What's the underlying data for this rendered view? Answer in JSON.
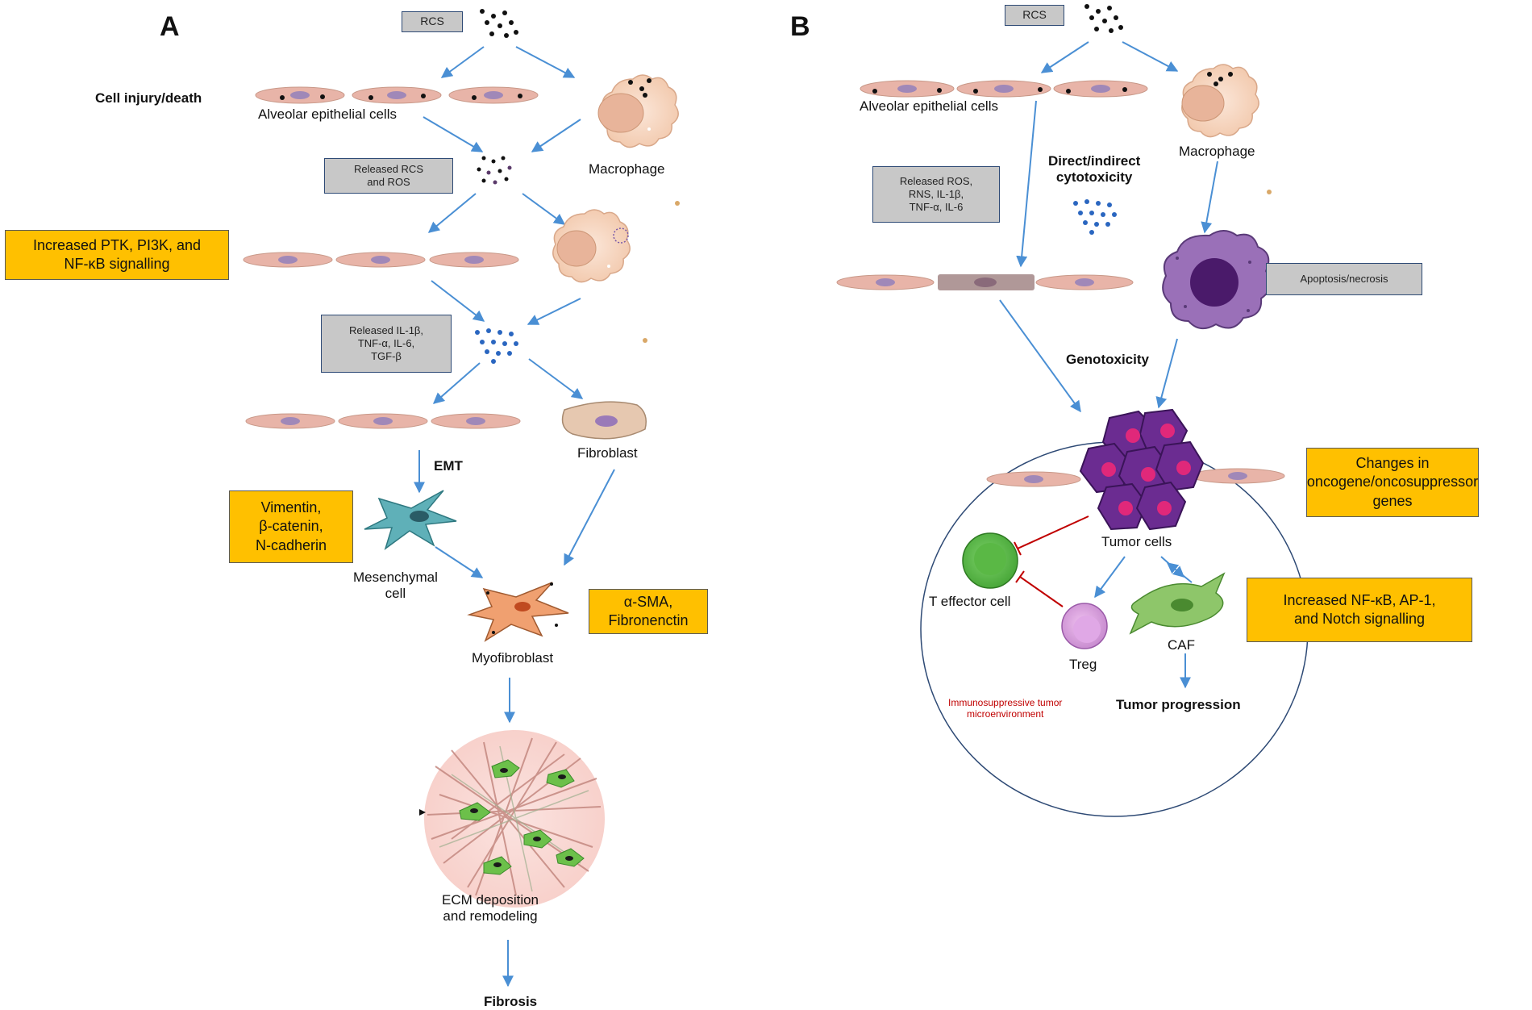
{
  "panels": {
    "a": {
      "letter": "A",
      "rcs_box": "RCS",
      "cell_injury": "Cell injury/death",
      "alveolar": "Alveolar epithelial cells",
      "macrophage": "Macrophage",
      "released_rcs_ros": "Released  RCS\nand ROS",
      "signalling_box": "Increased PTK, PI3K, and\nNF-κB signalling",
      "released_cytokines": "Released  IL-1β,\nTNF-α, IL-6,\nTGF-β",
      "emt": "EMT",
      "fibroblast": "Fibroblast",
      "markers_box": "Vimentin,\nβ-catenin,\nN-cadherin",
      "mesenchymal": "Mesenchymal\ncell",
      "sma_box": "α-SMA,\nFibronenctin",
      "myofibroblast": "Myofibroblast",
      "ecm": "ECM deposition\nand remodeling",
      "fibrosis": "Fibrosis"
    },
    "b": {
      "letter": "B",
      "rcs_box": "RCS",
      "alveolar": "Alveolar epithelial cells",
      "macrophage": "Macrophage",
      "released_box": "Released  ROS,\nRNS, IL-1β,\nTNF-α, IL-6",
      "cytotoxicity": "Direct/indirect\ncytotoxicity",
      "apoptosis_box": "Apoptosis/necrosis",
      "genotoxicity": "Genotoxicity",
      "genes_box": "Changes in\noncogene/oncosuppressor\ngenes",
      "tumor_cells": "Tumor cells",
      "t_effector": "T effector cell",
      "treg": "Treg",
      "caf": "CAF",
      "signalling_box": "Increased NF-κB, AP-1,\nand Notch signalling",
      "tumor_progression": "Tumor progression",
      "immunosuppressive": "Immunosuppressive tumor\nmicroenvironment"
    }
  },
  "colors": {
    "arrow": "#4a8fd4",
    "inhibit": "#c00000",
    "orange_box": "#ffc000",
    "gray_box": "#c8c8c8",
    "epithelial": "#e8b4a8",
    "macrophage": "#f5d5c0",
    "tumor": "#6b2c91",
    "tumor_nucleus": "#e0287a"
  }
}
